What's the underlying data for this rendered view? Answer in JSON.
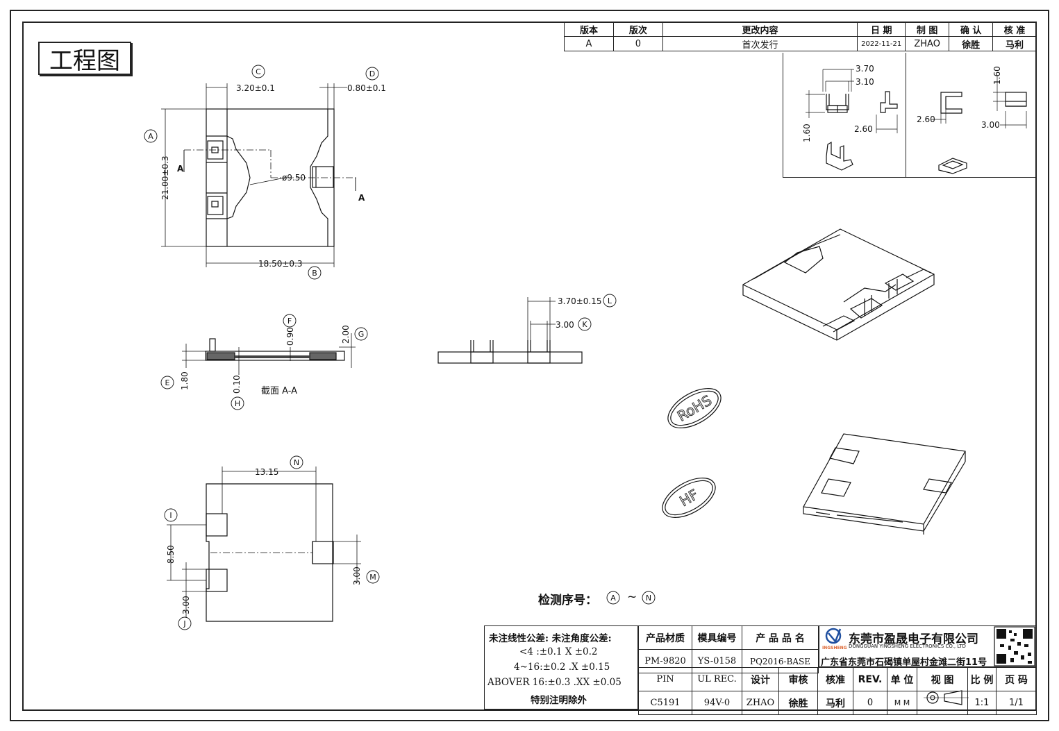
{
  "title": "工程图",
  "revision_table": {
    "headers": [
      "版本",
      "版次",
      "更改内容",
      "日 期",
      "制 图",
      "确 认",
      "核 准"
    ],
    "row": [
      "A",
      "0",
      "首次发行",
      "2022-11-21",
      "ZHAO",
      "徐胜",
      "马利"
    ]
  },
  "dimensions": {
    "c": "3.20±0.1",
    "d": "0.80±0.1",
    "a": "21.00±0.3",
    "b": "18.50±0.3",
    "dia": "ø9.50",
    "section_mark": "A",
    "f": "0.90",
    "g": "2.00",
    "e": "1.80",
    "h": "0.10",
    "section_label": "截面 A-A",
    "l": "3.70±0.15",
    "k": "3.00",
    "n": "13.15",
    "i": "8.50",
    "m": "3.00",
    "j": "3.00"
  },
  "inset_dims": {
    "w1": "3.70",
    "w2": "3.10",
    "h1": "1.60",
    "d1": "2.60",
    "d2": "2.60",
    "h2": "1.60",
    "w3": "3.00"
  },
  "circle_labels": [
    "A",
    "B",
    "C",
    "D",
    "E",
    "F",
    "G",
    "H",
    "I",
    "J",
    "K",
    "L",
    "M",
    "N"
  ],
  "stamps": {
    "rohs": "RoHS",
    "hf": "HF"
  },
  "detect": {
    "label": "检测序号：",
    "from": "A",
    "sep": "~",
    "to": "N"
  },
  "tolerance": {
    "header": "未注线性公差:  未注角度公差:",
    "line1": "<4 :±0.1  X ±0.2",
    "line2": "4~16:±0.2  .X ±0.15",
    "line3": "ABOVER 16:±0.3  .XX ±0.05",
    "line4": "特别注明除外"
  },
  "title_block": {
    "r1": [
      "产品材质",
      "模具编号",
      "产 品 品 名"
    ],
    "r2": [
      "PM-9820",
      "YS-0158",
      "PQ2016-BASE"
    ],
    "r3": [
      "PIN",
      "UL REC.",
      "设计",
      "审核",
      "核准",
      "REV.",
      "单 位",
      "视 图",
      "比 例",
      "页 码"
    ],
    "r4": [
      "C5191",
      "94V-0",
      "ZHAO",
      "徐胜",
      "马利",
      "0",
      "M M",
      "",
      "1:1",
      "1/1"
    ]
  },
  "company": {
    "cn": "东莞市盈晟电子有限公司",
    "en": "DONGGUAN YINGSHENG ELECTRONICS CO., LTD",
    "addr": "广东省东莞市石碣镇单屋村金滩二街11号",
    "logo": "INGSHENG"
  }
}
